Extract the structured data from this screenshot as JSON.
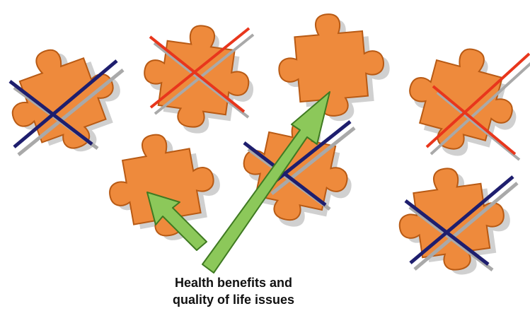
{
  "caption": {
    "line1": "Health benefits and",
    "line2": "quality of life issues"
  },
  "colors": {
    "piece_fill": "#EE8A3C",
    "piece_edge": "#B85A14",
    "shadow": "#A9A9A9",
    "cross_navy": "#1E1E6E",
    "cross_red": "#E8361C",
    "arrow_fill": "#8CC85A",
    "arrow_edge": "#3F7A22"
  },
  "pieces": [
    {
      "id": "piece-top-left",
      "cross": "navy"
    },
    {
      "id": "piece-top-center-left",
      "cross": "red"
    },
    {
      "id": "piece-top-center",
      "cross": "none"
    },
    {
      "id": "piece-right-top",
      "cross": "red"
    },
    {
      "id": "piece-middle-left",
      "cross": "none"
    },
    {
      "id": "piece-middle-center",
      "cross": "navy"
    },
    {
      "id": "piece-right-bottom",
      "cross": "navy"
    }
  ],
  "arrows": [
    {
      "id": "arrow-short",
      "points_to": "piece-middle-left"
    },
    {
      "id": "arrow-long",
      "points_to": "piece-top-center"
    }
  ]
}
